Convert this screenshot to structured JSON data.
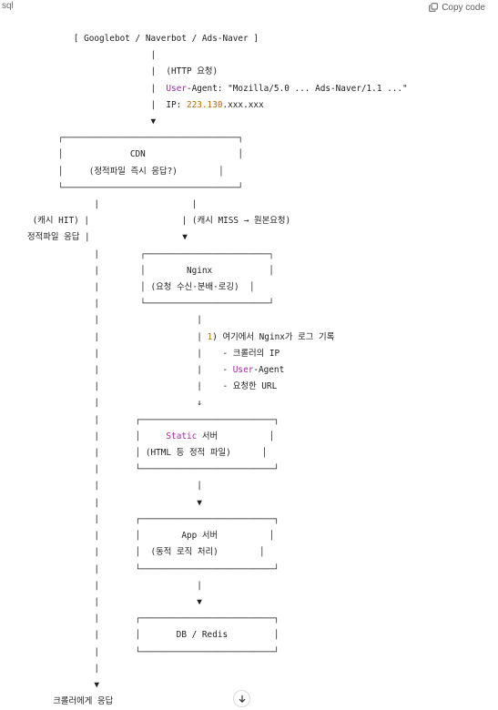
{
  "header": {
    "language": "sql",
    "copy_label": "Copy code",
    "copy_icon": "copy-icon"
  },
  "code": {
    "lines": [
      "         [ Googlebot / Naverbot / Ads-Naver ]",
      "                        |",
      "                        |  (HTTP 요청)",
      "                        |  User-Agent: \"Mozilla/5.0 ... Ads-Naver/1.1 ...\"",
      "                        |  IP: 223.130.xxx.xxx",
      "                        ▼",
      "      ┌──────────────────────────────────┐",
      "      │             CDN                  │",
      "      │     (정적파일 즉시 응답?)        │",
      "      └──────────────────────────────────┘",
      "             |                  |",
      " (캐시 HIT) |                  | (캐시 MISS → 원본요청)",
      "정적파일 응답 |                  ▼",
      "             |        ┌────────────────────────┐",
      "             |        │        Nginx           │",
      "             |        │ (요청 수신·분배·로깅)  │",
      "             |        └────────────────────────┘",
      "             |                   |",
      "             |                   | 1) 여기에서 Nginx가 로그 기록",
      "             |                   |    - 크롤러의 IP",
      "             |                   |    - User-Agent",
      "             |                   |    - 요청한 URL",
      "             |                   ↓",
      "             |       ┌──────────────────────────┐",
      "             |       │     Static 서버          │",
      "             |       │ (HTML 등 정적 파일)      │",
      "             |       └──────────────────────────┘",
      "             |                   |",
      "             |                   ▼",
      "             |       ┌──────────────────────────┐",
      "             |       │        App 서버          │",
      "             |       │  (동적 로직 처리)        │",
      "             |       └──────────────────────────┘",
      "             |                   |",
      "             |                   ▼",
      "             |       ┌──────────────────────────┐",
      "             |       │       DB / Redis         │",
      "             |       └──────────────────────────┘",
      "             |",
      "             ▼",
      "     크롤러에게 응답"
    ]
  },
  "scroll_icon": "arrow-down-icon"
}
